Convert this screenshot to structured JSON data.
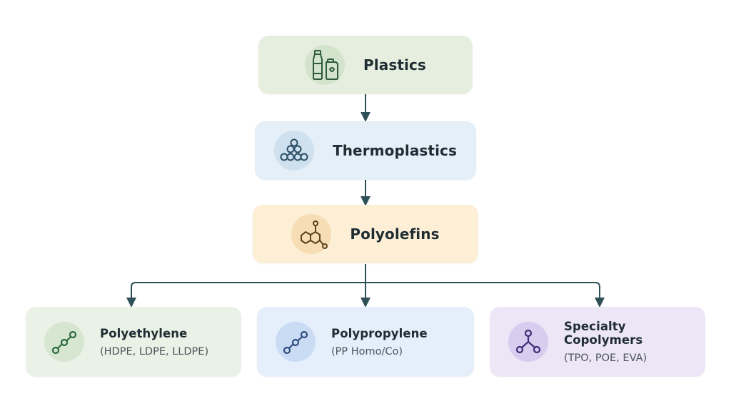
{
  "nodes": {
    "plastics": {
      "title": "Plastics",
      "icon": "bottles-icon",
      "bg": "#e6efdf",
      "badge": "#d4e3cc",
      "stroke": "#2d5a3a"
    },
    "thermoplastics": {
      "title": "Thermoplastics",
      "icon": "pellets-icon",
      "bg": "#e4eff8",
      "badge": "#cfe0ee",
      "stroke": "#2a4f66"
    },
    "polyolefins": {
      "title": "Polyolefins",
      "icon": "molecule-ring-icon",
      "bg": "#fcefd6",
      "badge": "#f6ddb3",
      "stroke": "#5a4220"
    },
    "polyethylene": {
      "title": "Polyethylene",
      "subtitle": "(HDPE, LDPE, LLDPE)",
      "icon": "chain-icon",
      "bg": "#eaf1e6",
      "badge": "#d6e6d1",
      "stroke": "#2d6a3e"
    },
    "polypropylene": {
      "title": "Polypropylene",
      "subtitle": "(PP Homo/Co)",
      "icon": "chain-icon",
      "bg": "#e5eefb",
      "badge": "#cadcf3",
      "stroke": "#2f4f80"
    },
    "copolymers": {
      "title": "Specialty Copolymers",
      "subtitle": "(TPO, POE, EVA)",
      "icon": "branched-molecule-icon",
      "bg": "#ece6f7",
      "badge": "#d8ccef",
      "stroke": "#3e2f78"
    }
  },
  "connector_color": "#2f4f57"
}
